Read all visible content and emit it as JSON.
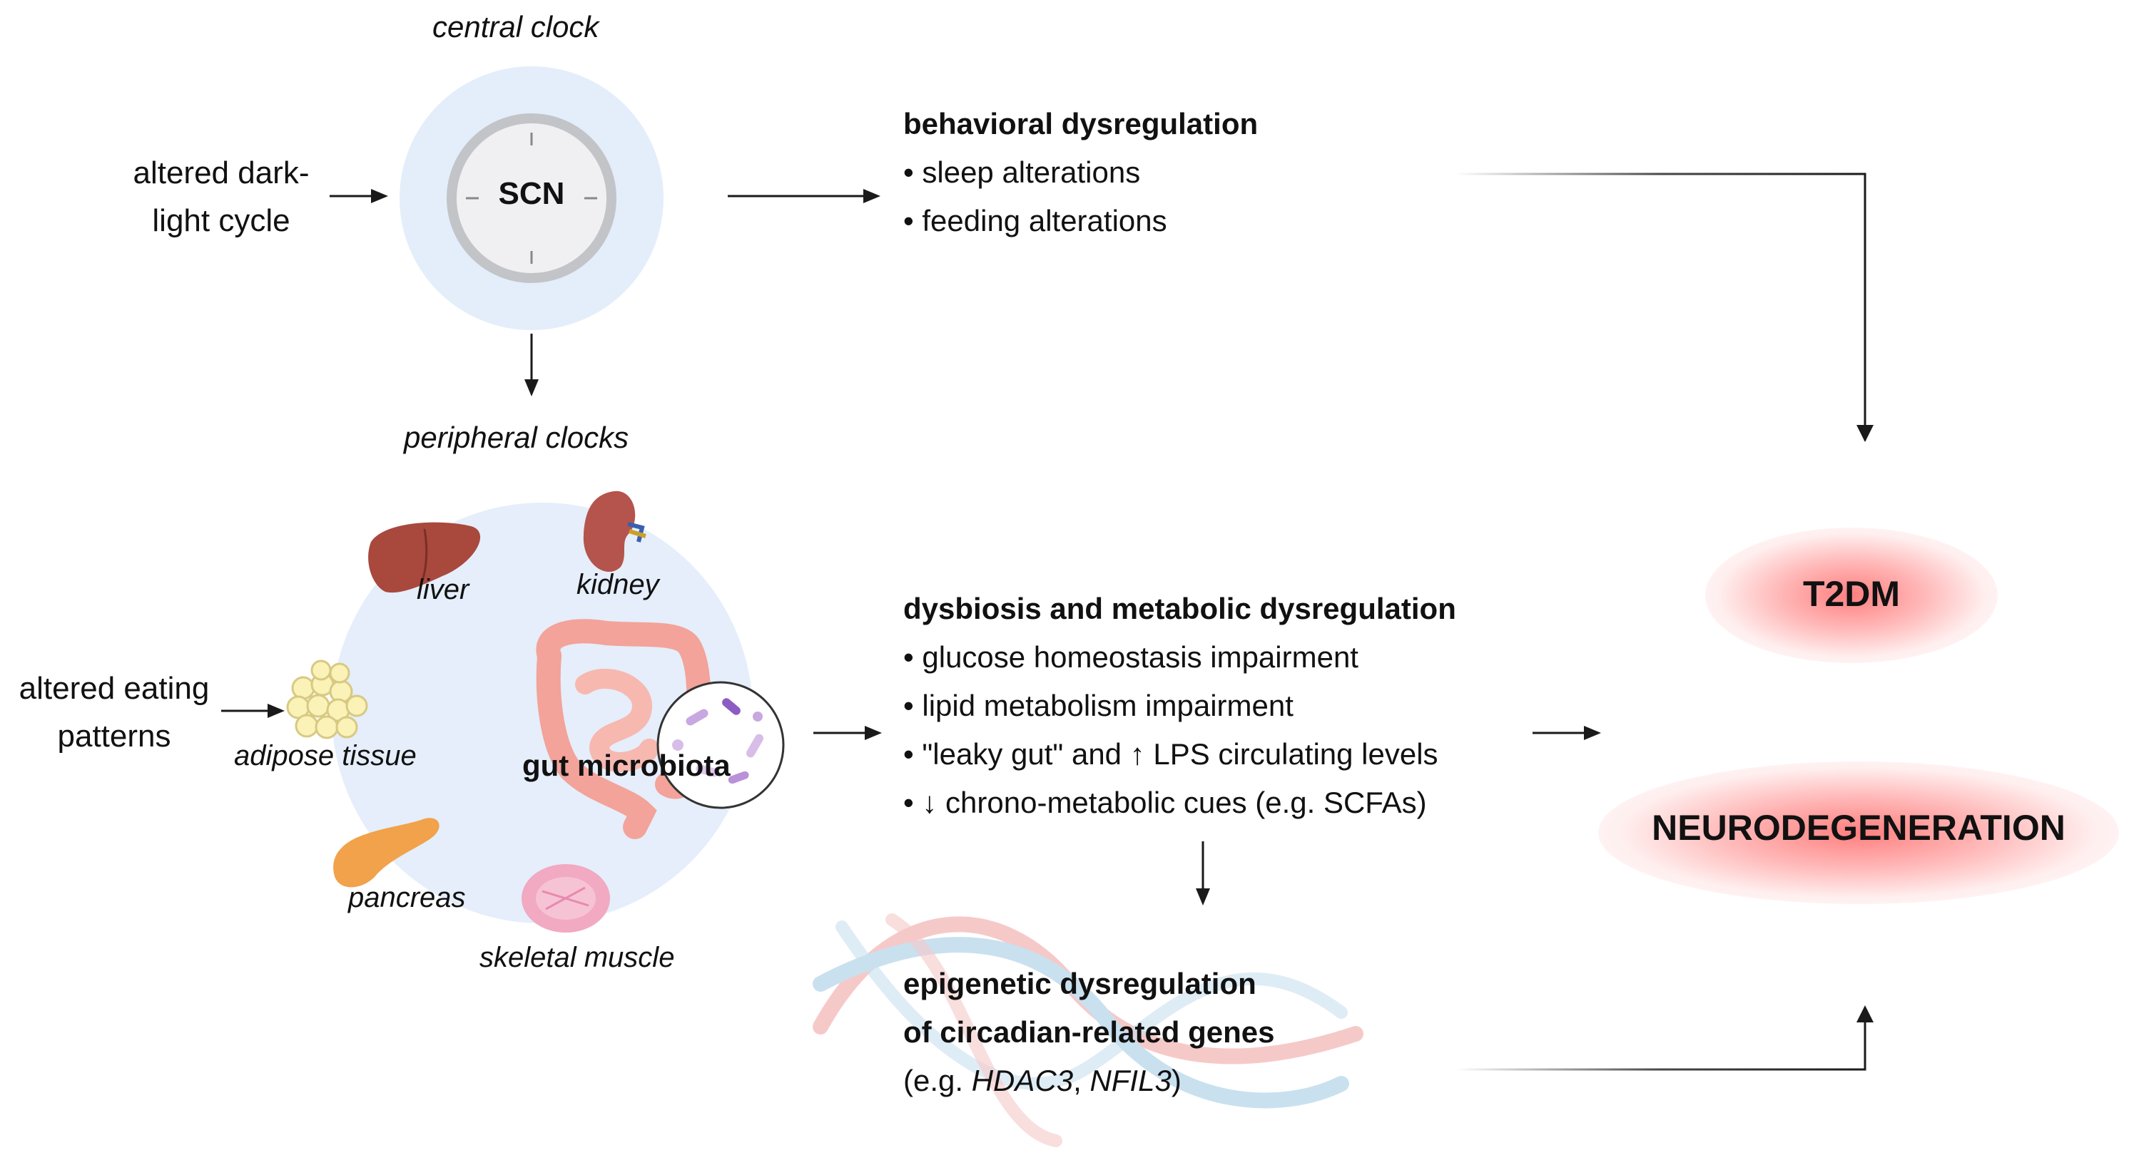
{
  "central": {
    "title": "central clock",
    "scn_label": "SCN",
    "input_line1": "altered dark-",
    "input_line2": "light cycle"
  },
  "peripheral": {
    "title": "peripheral clocks",
    "input_line1": "altered eating",
    "input_line2": "patterns",
    "organs": {
      "liver": "liver",
      "kidney": "kidney",
      "adipose": "adipose tissue",
      "gut": "gut microbiota",
      "pancreas": "pancreas",
      "muscle": "skeletal muscle"
    }
  },
  "behavioral": {
    "title": "behavioral dysregulation",
    "items": [
      "• sleep alterations",
      "• feeding alterations"
    ]
  },
  "dysbiosis": {
    "title": "dysbiosis and metabolic dysregulation",
    "items": [
      "• glucose homeostasis impairment",
      "• lipid metabolism impairment",
      "• \"leaky gut\" and ↑ LPS circulating levels",
      "• ↓ chrono-metabolic cues (e.g. SCFAs)"
    ]
  },
  "epigenetic": {
    "title_line1": "epigenetic dysregulation",
    "title_line2": "of circadian-related genes",
    "example_prefix": "(e.g. ",
    "gene1": "HDAC3",
    "sep": ", ",
    "gene2": "NFIL3",
    "example_suffix": ")"
  },
  "outcomes": {
    "t2dm": "T2DM",
    "neuro": "NEURODEGENERATION"
  },
  "colors": {
    "clock_halo": "#e3eefa",
    "clock_ring": "#c2c4c8",
    "clock_face": "#f0f0f2",
    "peripheral_circle": "#e5eefa",
    "arrow": "#1a1a1a",
    "glow": "#ff8080",
    "dna_red": "#f4b8b8",
    "dna_blue": "#b8d6ea"
  }
}
